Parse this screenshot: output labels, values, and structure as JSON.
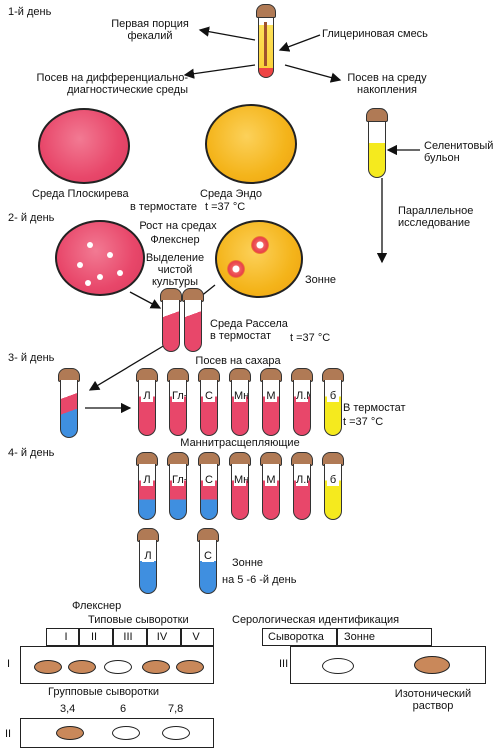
{
  "days": {
    "day1": "1-й день",
    "day2": "2- й день",
    "day3": "3- й день",
    "day4": "4- й день"
  },
  "top": {
    "first_portion": "Первая порция\nфекалий",
    "glycerol_mix": "Глицериновая смесь",
    "seeding_diff": "Посев на дифференциально-\nдиагностические среды",
    "seeding_enrich": "Посев на среду\nнакопления",
    "selenite": "Селенитовый\nбульон"
  },
  "media": {
    "ploskirev": "Среда  Плоскирева",
    "endo": "Среда  Эндо",
    "thermostat": "в термостате",
    "temp1": "t =37 °C",
    "parallel": "Параллельное\nисследование"
  },
  "day2": {
    "growth": "Рост на средах",
    "flexner": "Флекснер",
    "isolation": "Выделение\nчистой\nкультуры",
    "sonne": "Зонне",
    "russell": "Среда Рассела\nв термостат",
    "temp2": "t =37 °C"
  },
  "day3": {
    "sugars": "Посев на сахара",
    "thermostat": "В термостат",
    "temp3": "t =37 °C",
    "tubes": [
      "Л",
      "Гл+",
      "С",
      "Мн",
      "М",
      "Л.М.",
      "б"
    ]
  },
  "day4": {
    "mannitol": "Маннитрасщепляющие",
    "tubes": [
      "Л",
      "Гл+",
      "С",
      "Мн",
      "М",
      "Л.М",
      "б"
    ],
    "bottom_tubes": [
      "Л",
      "С"
    ],
    "sonne_label": "Зонне",
    "sonne_days": "на 5 -6 -й день"
  },
  "serology": {
    "flexner": "Флекснер",
    "typical": "Типовые   сыворотки",
    "identification": "Серологическая идентификация",
    "roman": [
      "I",
      "II",
      "III",
      "IV",
      "V"
    ],
    "row1_label": "I",
    "group": "Групповые   сыворотки",
    "group_nums": [
      "3,4",
      "6",
      "7,8"
    ],
    "row2_label": "II",
    "serum": "Сыворотка",
    "sonne": "Зонне",
    "row3_label": "III",
    "isotonic": "Изотонический\nраствор"
  }
}
